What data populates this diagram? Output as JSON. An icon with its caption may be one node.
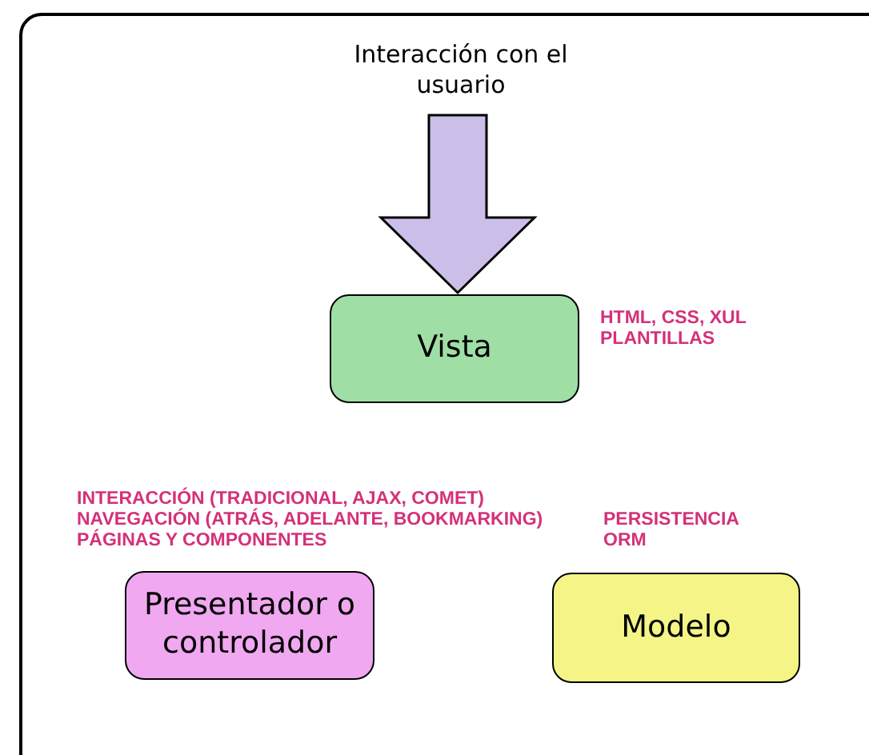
{
  "diagram": {
    "nodes": [
      {
        "text": [
          "Interacción con el usuario"
        ]
      },
      {
        "text": [
          "Vista"
        ],
        "beside": [
          "HTML, CSS, XUL",
          "PLANTILLAS"
        ]
      },
      {
        "text": [
          "Presentador o controlador"
        ],
        "beside": [
          "INTERACCIÓN (TRADICIONAL, AJAX, COMET)",
          "NAVEGACIÓN (ATRÁS, ADELANTE, BOOKMARKING)",
          "PÁGINAS Y COMPONENTES"
        ]
      },
      {
        "text": [
          "Modelo"
        ],
        "beside": [
          "PERSISTENCIA",
          "ORM"
        ]
      }
    ],
    "edges": [
      {
        "from": 0,
        "to": 1,
        "arrow": "to",
        "style": "thick",
        "color": "#cbbfe9"
      }
    ]
  }
}
